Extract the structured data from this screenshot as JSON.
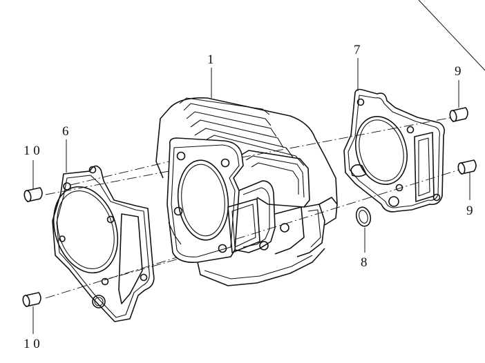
{
  "callouts": {
    "cylinder": "1",
    "head_gasket": "7",
    "base_gasket": "6",
    "o_ring": "8",
    "dowel_upper_right": "9",
    "dowel_lower_right": "9",
    "dowel_upper_left": "1 0",
    "dowel_lower_left": "1 0"
  },
  "parts": [
    "cylinder-icon",
    "head-gasket-icon",
    "base-gasket-icon",
    "o-ring-icon",
    "dowel-pin-icon"
  ]
}
